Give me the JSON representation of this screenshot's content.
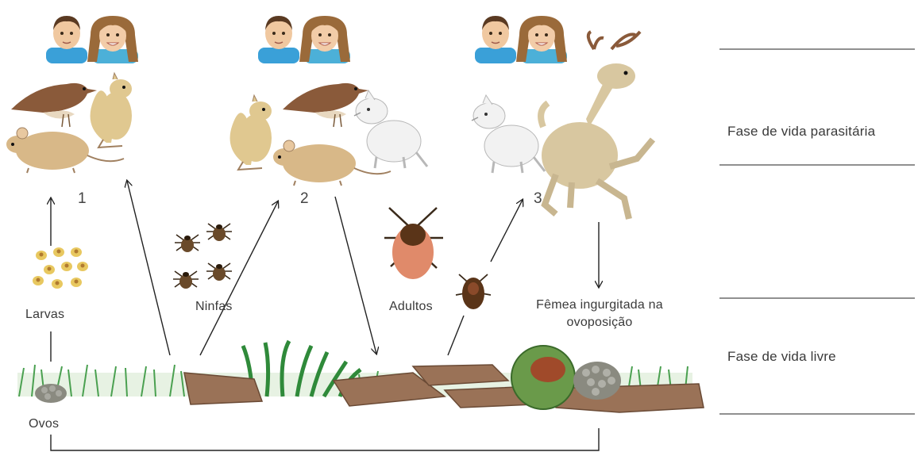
{
  "stages": {
    "stage1_number": "1",
    "stage2_number": "2",
    "stage3_number": "3"
  },
  "free_stages": {
    "larvae": "Larvas",
    "nymphs": "Ninfas",
    "adults": "Adultos",
    "eggs": "Ovos",
    "engorged_female": "Fêmea ingurgitada na ovoposição"
  },
  "phases": {
    "parasitic": "Fase de vida parasitária",
    "free_living": "Fase de vida livre"
  },
  "colors": {
    "arrow": "#222222",
    "grass": "#3f9a4a",
    "log": "#9a7257",
    "mouse": "#d8b888",
    "bird": "#8a5a3a",
    "deer": "#d8c7a0",
    "dog": "#f2f2f2",
    "tick_body": "#5a3418",
    "tick_shield": "#e08a6a",
    "larva": "#e8c860",
    "shirt_boy": "#3aa0d8",
    "shirt_girl": "#4cb0d8"
  }
}
